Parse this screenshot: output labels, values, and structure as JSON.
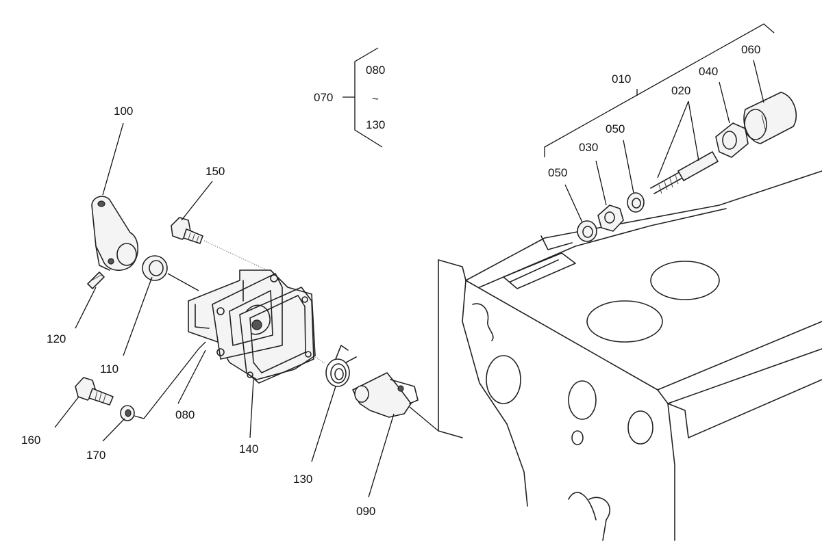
{
  "callouts": {
    "c100": "100",
    "c120": "120",
    "c110": "110",
    "c150": "150",
    "c160": "160",
    "c170": "170",
    "c080": "080",
    "c140": "140",
    "c130": "130",
    "c090": "090",
    "c070": "070",
    "c070_from": "080",
    "c070_sep": "~",
    "c070_to": "130",
    "c010": "010",
    "c020": "020",
    "c030": "030",
    "c040": "040",
    "c050a": "050",
    "c050b": "050",
    "c060": "060"
  },
  "colors": {
    "line": "#222222",
    "background": "#ffffff"
  }
}
